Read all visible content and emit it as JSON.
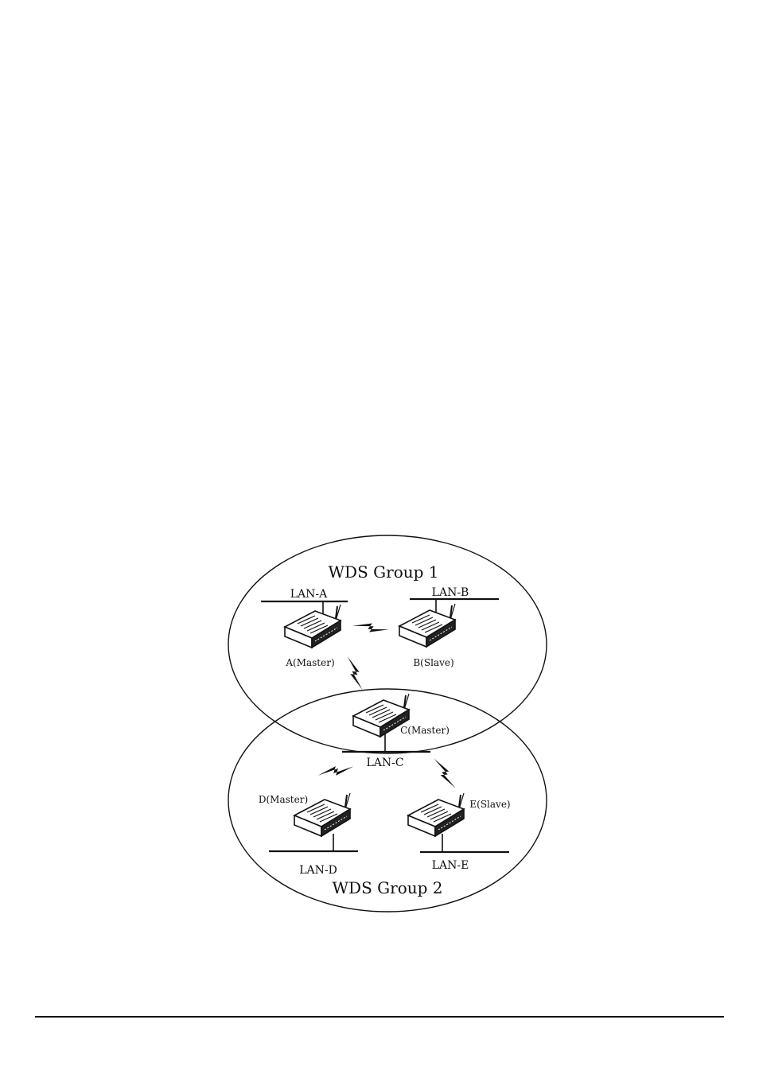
{
  "colors": {
    "ink": "#111111",
    "background": "#ffffff"
  },
  "diagram": {
    "groups": [
      {
        "label": "WDS Group 1"
      },
      {
        "label": "WDS Group 2"
      }
    ],
    "lans": {
      "a": "LAN-A",
      "b": "LAN-B",
      "c": "LAN-C",
      "d": "LAN-D",
      "e": "LAN-E"
    },
    "devices": {
      "a": "A(Master)",
      "b": "B(Slave)",
      "c": "C(Master)",
      "d": "D(Master)",
      "e": "E(Slave)"
    },
    "icons": {
      "router": "wireless-router-icon",
      "link": "lightning-bolt-icon"
    }
  }
}
